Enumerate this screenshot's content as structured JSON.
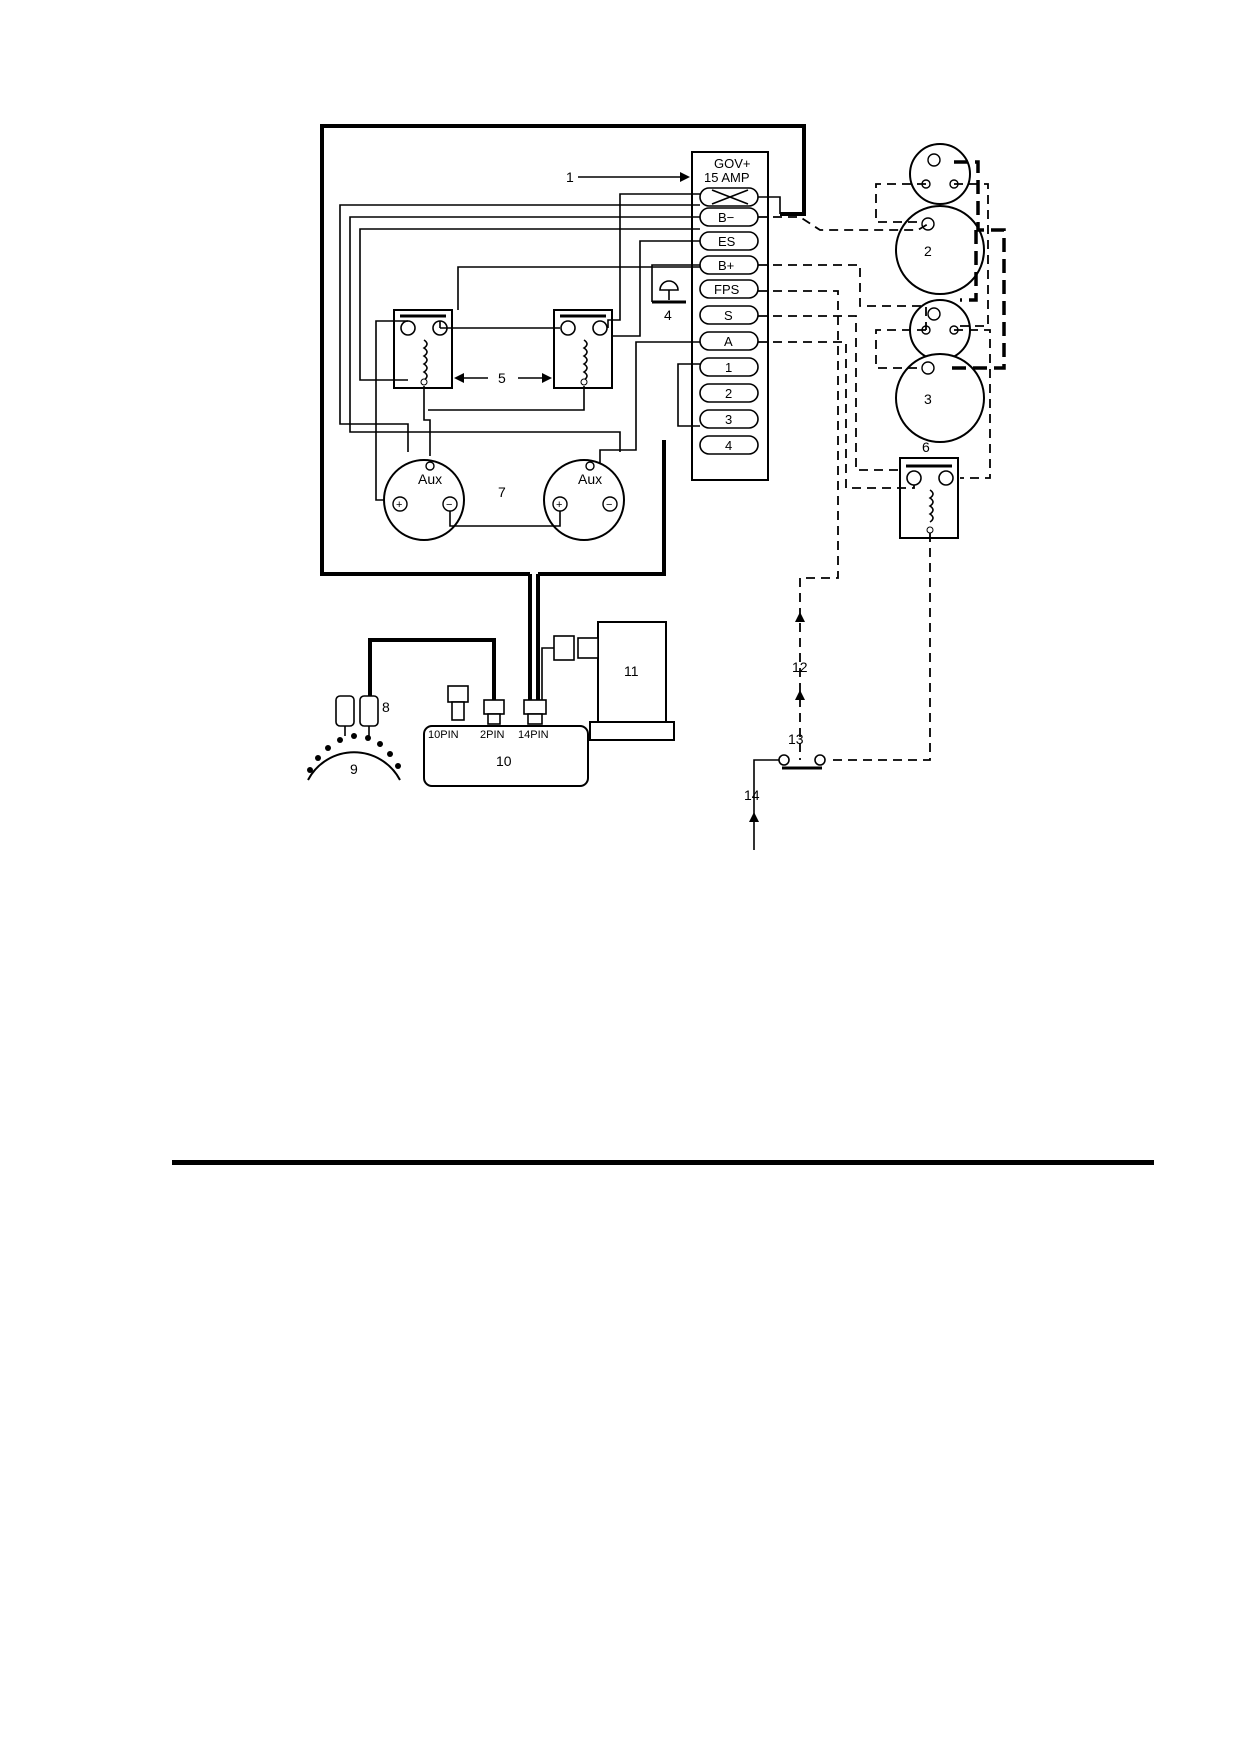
{
  "terminal_block": {
    "header_top": "GOV+",
    "header_bottom": "15 AMP",
    "terminals": [
      "B−",
      "ES",
      "B+",
      "FPS",
      "S",
      "A",
      "1",
      "2",
      "3",
      "4"
    ]
  },
  "aux_label": "Aux",
  "connector_labels": [
    "10PIN",
    "2PIN",
    "14PIN"
  ],
  "callouts": {
    "c1": "1",
    "c2": "2",
    "c3": "3",
    "c4": "4",
    "c5": "5",
    "c6": "6",
    "c7": "7",
    "c8": "8",
    "c9": "9",
    "c10": "10",
    "c11": "11",
    "c12": "12",
    "c13": "13",
    "c14": "14"
  },
  "symbols": {
    "plus": "+",
    "minus": "−"
  }
}
